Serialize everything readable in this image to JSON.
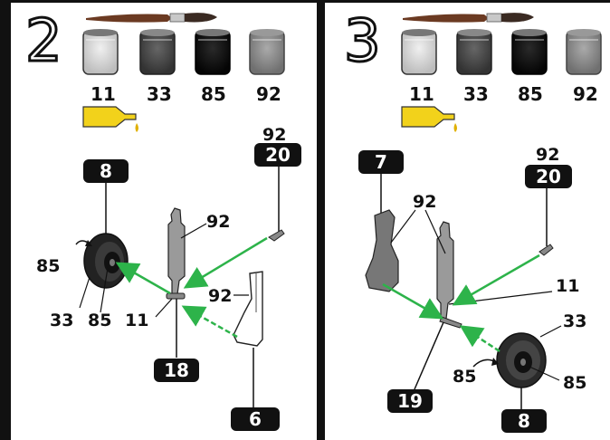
{
  "panels": [
    {
      "step": "2",
      "paints": [
        "11",
        "33",
        "85",
        "92"
      ],
      "part_tags": [
        "8",
        "20",
        "18",
        "6"
      ],
      "tag_20_paint": "92",
      "callouts": {
        "wheel_side": "85",
        "wheel_hub": "85",
        "wheel_tire": "33",
        "strut_top": "92",
        "strut_bottom": "11",
        "door": "92"
      }
    },
    {
      "step": "3",
      "paints": [
        "11",
        "33",
        "85",
        "92"
      ],
      "part_tags": [
        "7",
        "20",
        "19",
        "8"
      ],
      "tag_20_paint": "92",
      "callouts": {
        "door": "92",
        "strut_joint": "11",
        "wheel_tire": "33",
        "wheel_side": "85",
        "wheel_hub": "85"
      }
    }
  ],
  "colors": {
    "paint_11": "#d7d7d7",
    "paint_33": "#4a4a4a",
    "paint_85": "#111111",
    "paint_92": "#8a8a8a",
    "glue": "#f2d21b",
    "arrow": "#2db34a"
  },
  "icons": [
    "paintbrush-icon",
    "paint-pot-icon",
    "glue-tube-icon"
  ]
}
